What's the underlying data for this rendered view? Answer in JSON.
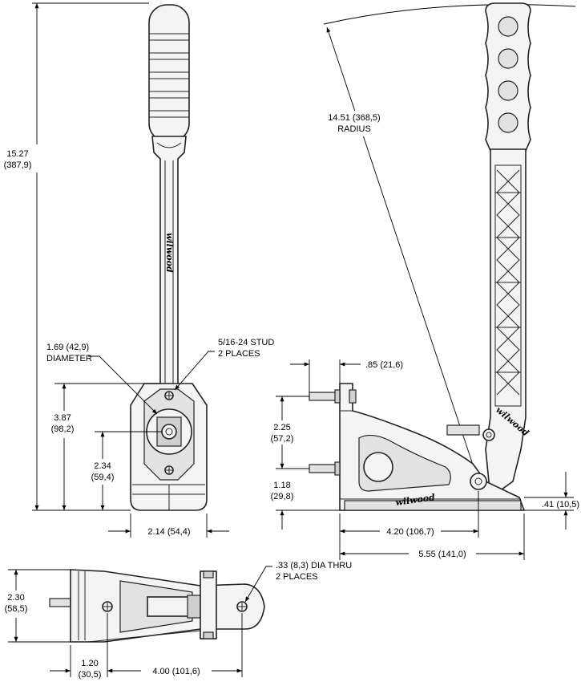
{
  "dimensions": {
    "overall_height": {
      "inch": "15.27",
      "mm": "(387,9)"
    },
    "pivot_height": {
      "inch": "3.87",
      "mm": "(98,2)"
    },
    "stud_height": {
      "inch": "2.34",
      "mm": "(59,4)"
    },
    "base_width": "2.14 (54,4)",
    "boss_diameter": {
      "line1": "1.69 (42,9)",
      "line2": "DIAMETER"
    },
    "stud_note": {
      "line1": "5/16-24 STUD",
      "line2": "2 PLACES"
    },
    "handle_radius": {
      "line1": "14.51 (368,5)",
      "line2": "RADIUS"
    },
    "stud_offset": ".85 (21,6)",
    "stud_spacing": {
      "inch": "2.25",
      "mm": "(57,2)"
    },
    "lower_stud_height": {
      "inch": "1.18",
      "mm": "(29,8)"
    },
    "base_thickness": ".41 (10,5)",
    "pivot_distance": "4.20 (106,7)",
    "overall_length": "5.55 (141,0)",
    "mount_width": {
      "inch": "2.30",
      "mm": "(58,5)"
    },
    "mount_hole": {
      "line1": ".33 (8,3) DIA THRU",
      "line2": "2 PLACES"
    },
    "front_hole_offset": {
      "inch": "1.20",
      "mm": "(30,5)"
    },
    "hole_spacing": "4.00 (101,6)"
  },
  "brand": "wilwood"
}
